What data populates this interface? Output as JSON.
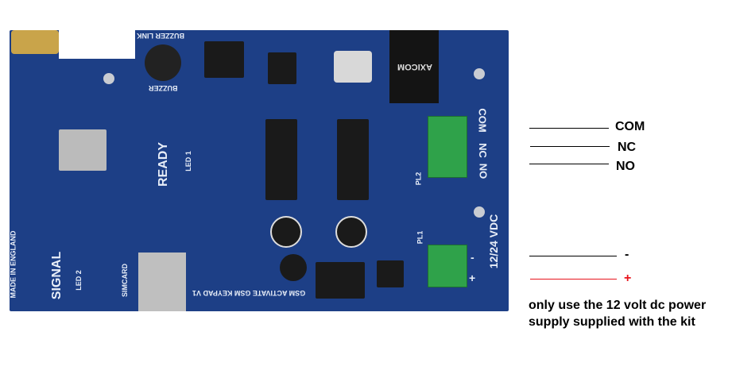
{
  "board": {
    "silkscreen": {
      "buzzer_link": "BUZZER LINK",
      "buzzer": "BUZZER",
      "ready": "READY",
      "signal": "SIGNAL",
      "made_in": "MADE IN ENGLAND",
      "relay_brand": "AXICOM",
      "terminal_com": "COM",
      "terminal_nc": "NC",
      "terminal_no": "NO",
      "power_label": "12/24 VDC",
      "minus": "-",
      "plus": "+",
      "product": "GSM ACTIVATE GSM KEYPAD V1",
      "simcard": "SIMCARD",
      "pl1": "PL1",
      "pl2": "PL2",
      "led1": "LED 1",
      "led2": "LED 2"
    }
  },
  "annotations": {
    "com": "COM",
    "nc": "NC",
    "no": "NO",
    "minus": "-",
    "plus": "+",
    "note": "only use the 12 volt dc power supply supplied with the kit"
  },
  "colors": {
    "board": "#1d3f86",
    "terminal": "#2fa24a",
    "plus_line": "#e8141c"
  }
}
